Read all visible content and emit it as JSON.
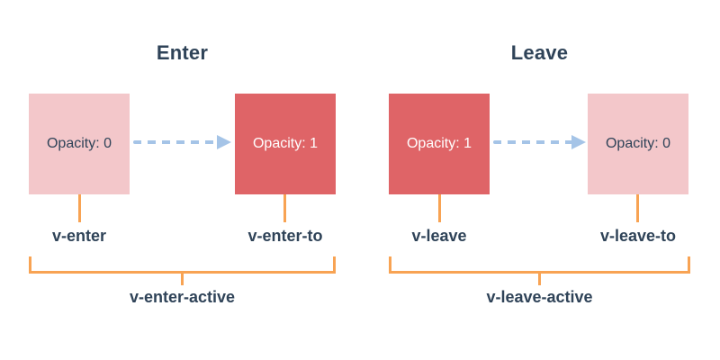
{
  "colors": {
    "background": "#ffffff",
    "pink": "#f3c7ca",
    "red": "#df6467",
    "arrow_blue": "#a5c4e7",
    "bracket_orange": "#f8a353",
    "text_navy": "#2f4358",
    "text_white": "#ffffff"
  },
  "box_variants": {
    "pink": {
      "bg": "#f3c7ca",
      "fg": "#2f4358"
    },
    "red": {
      "bg": "#df6467",
      "fg": "#ffffff"
    }
  },
  "panels": [
    {
      "title": "Enter",
      "start_box": {
        "label": "Opacity: 0",
        "variant": "pink"
      },
      "end_box": {
        "label": "Opacity: 1",
        "variant": "red"
      },
      "start_class": "v-enter",
      "end_class": "v-enter-to",
      "active_class": "v-enter-active"
    },
    {
      "title": "Leave",
      "start_box": {
        "label": "Opacity: 1",
        "variant": "red"
      },
      "end_box": {
        "label": "Opacity: 0",
        "variant": "pink"
      },
      "start_class": "v-leave",
      "end_class": "v-leave-to",
      "active_class": "v-leave-active"
    }
  ]
}
